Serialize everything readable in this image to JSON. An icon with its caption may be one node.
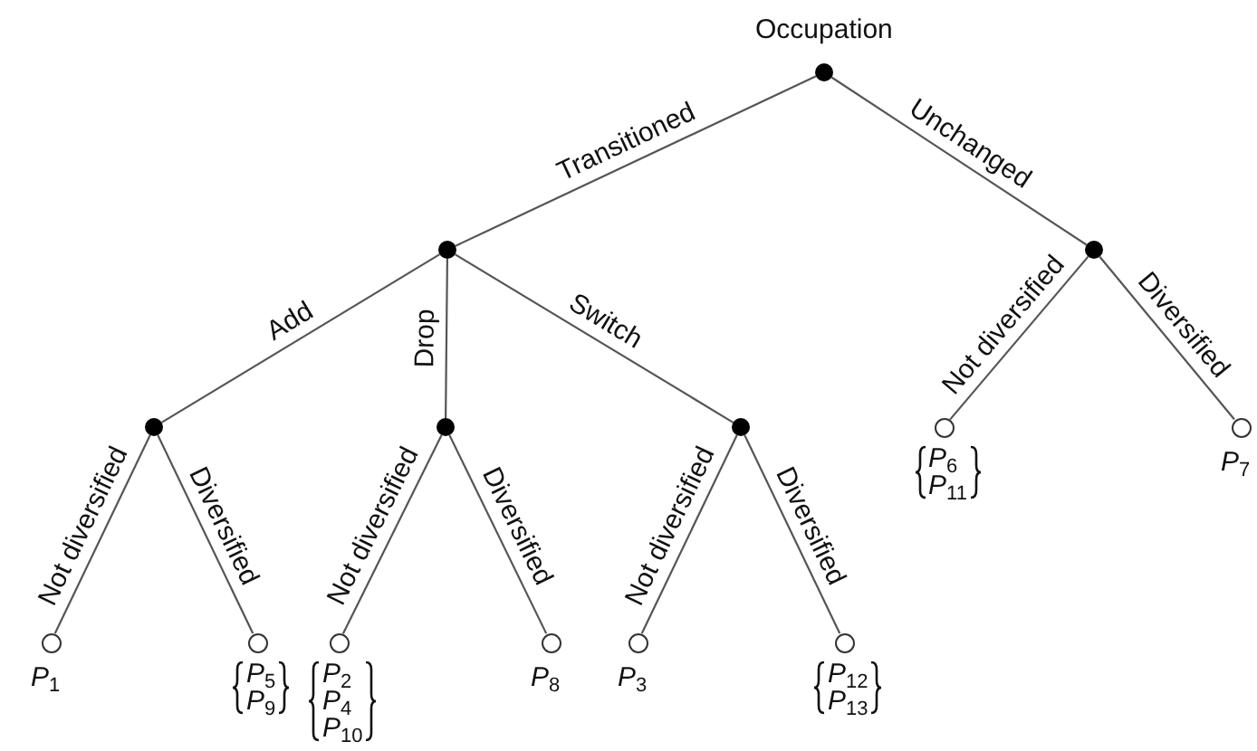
{
  "diagram": {
    "nodes": [
      {
        "text": [],
        "shape": "circle",
        "beside": [
          "Occupation"
        ]
      },
      {
        "text": [],
        "shape": "circle"
      },
      {
        "text": [],
        "shape": "circle"
      },
      {
        "text": [],
        "shape": "circle"
      },
      {
        "text": [],
        "shape": "circle"
      },
      {
        "text": [],
        "shape": "circle"
      },
      {
        "text": [],
        "shape": "circle",
        "beside": [
          "*P*$_{1}$"
        ]
      },
      {
        "text": [],
        "shape": "circle",
        "beside": [
          "*P*$_{5}$",
          "*P*$_{9}$"
        ]
      },
      {
        "text": [],
        "shape": "circle",
        "beside": [
          "*P*$_{2}$",
          "*P*$_{4}$",
          "*P*$_{10}$"
        ]
      },
      {
        "text": [],
        "shape": "circle",
        "beside": [
          "*P*$_{8}$"
        ]
      },
      {
        "text": [],
        "shape": "circle",
        "beside": [
          "*P*$_{3}$"
        ]
      },
      {
        "text": [],
        "shape": "circle",
        "beside": [
          "*P*$_{12}$",
          "*P*$_{13}$"
        ]
      },
      {
        "text": [],
        "shape": "circle",
        "beside": [
          "*P*$_{6}$",
          "*P*$_{11}$"
        ]
      },
      {
        "text": [],
        "shape": "circle",
        "beside": [
          "*P*$_{7}$"
        ]
      }
    ],
    "edges": [
      {
        "from": 0,
        "to": 1,
        "arrow": "none",
        "label": "Transitioned"
      },
      {
        "from": 0,
        "to": 2,
        "arrow": "none",
        "label": "Unchanged"
      },
      {
        "from": 1,
        "to": 3,
        "arrow": "none",
        "label": "Add"
      },
      {
        "from": 1,
        "to": 4,
        "arrow": "none",
        "label": "Drop"
      },
      {
        "from": 1,
        "to": 5,
        "arrow": "none",
        "label": "Switch"
      },
      {
        "from": 3,
        "to": 6,
        "arrow": "none",
        "label": "Not diversified"
      },
      {
        "from": 3,
        "to": 7,
        "arrow": "none",
        "label": "Diversified"
      },
      {
        "from": 4,
        "to": 8,
        "arrow": "none",
        "label": "Not diversified"
      },
      {
        "from": 4,
        "to": 9,
        "arrow": "none",
        "label": "Diversified"
      },
      {
        "from": 5,
        "to": 10,
        "arrow": "none",
        "label": "Not diversified"
      },
      {
        "from": 5,
        "to": 11,
        "arrow": "none",
        "label": "Diversified"
      },
      {
        "from": 2,
        "to": 12,
        "arrow": "none",
        "label": "Not diversified"
      },
      {
        "from": 2,
        "to": 13,
        "arrow": "none",
        "label": "Diversified"
      }
    ]
  }
}
